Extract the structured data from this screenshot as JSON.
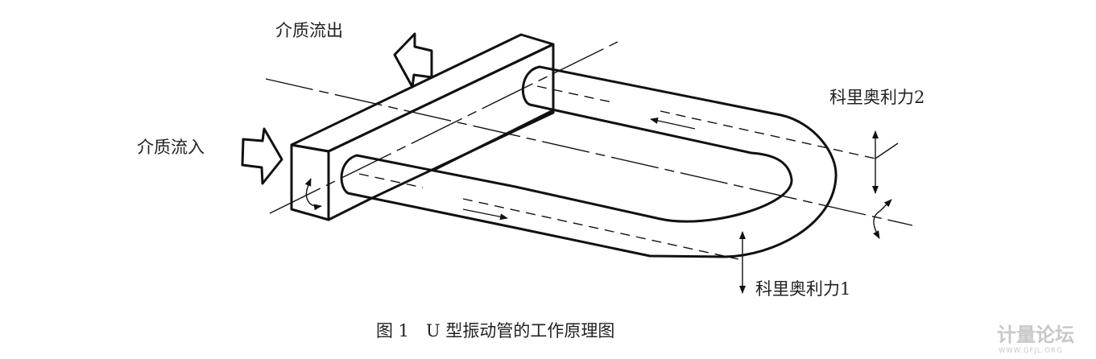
{
  "labels": {
    "outflow": "介质流出",
    "inflow": "介质流入",
    "coriolis_force_2": "科里奥利力2",
    "coriolis_force_1": "科里奥利力1"
  },
  "caption": "图 1　U 型振动管的工作原理图",
  "watermark": {
    "title": "计量论坛",
    "url": "WWW.GFJL.ORG"
  }
}
